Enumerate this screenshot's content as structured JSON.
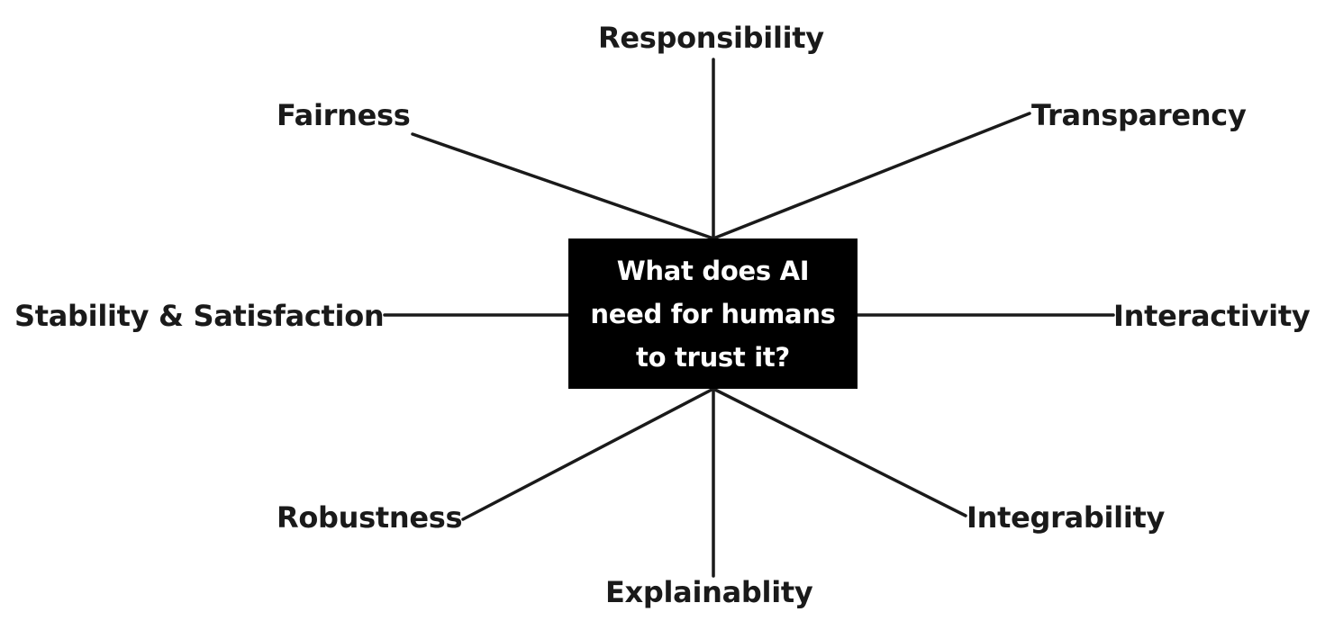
{
  "diagram": {
    "center": {
      "text": "What does AI need for humans to trust it?",
      "background": "#000000",
      "color": "#ffffff"
    },
    "nodes": {
      "responsibility": "Responsibility",
      "fairness": "Fairness",
      "transparency": "Transparency",
      "stability": "Stability & Satisfaction",
      "interactivity": "Interactivity",
      "robustness": "Robustness",
      "integrability": "Integrability",
      "explainability": "Explainablity"
    },
    "line_color": "#1a1a1a"
  }
}
